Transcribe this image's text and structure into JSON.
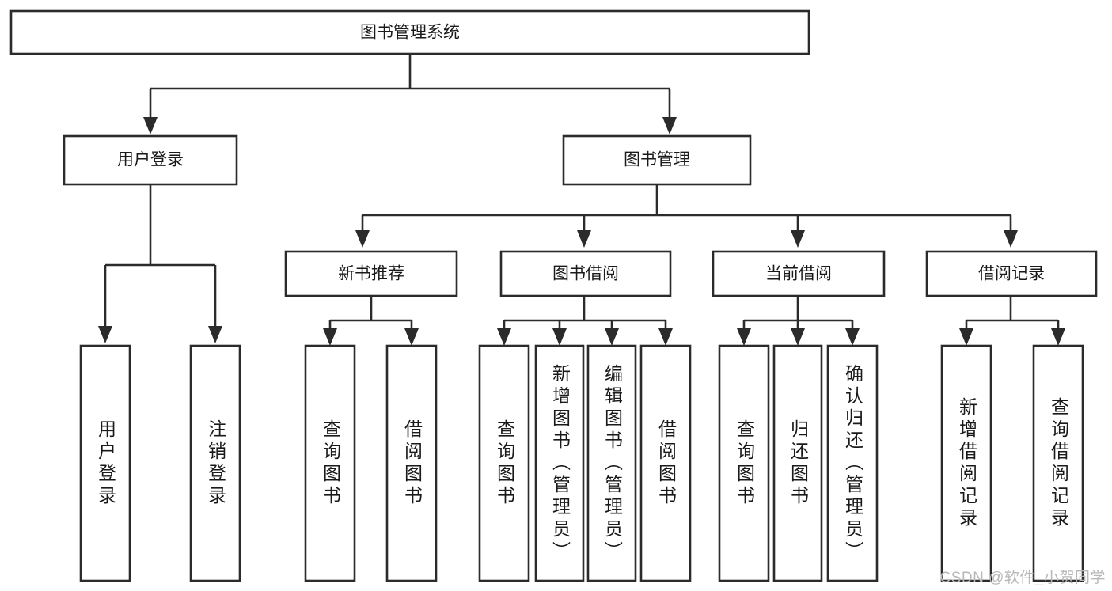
{
  "diagram": {
    "type": "hierarchy-tree",
    "title_node": {
      "id": "root",
      "label": "图书管理系统"
    },
    "level2": [
      {
        "id": "user-login",
        "label": "用户登录"
      },
      {
        "id": "book-management",
        "label": "图书管理"
      }
    ],
    "level3": [
      {
        "id": "new-book-recommend",
        "label": "新书推荐",
        "parent": "book-management"
      },
      {
        "id": "book-borrow",
        "label": "图书借阅",
        "parent": "book-management"
      },
      {
        "id": "current-borrow",
        "label": "当前借阅",
        "parent": "book-management"
      },
      {
        "id": "borrow-record",
        "label": "借阅记录",
        "parent": "book-management"
      }
    ],
    "leaves": [
      {
        "id": "leaf-user-login",
        "label": "用户登录",
        "parent": "user-login"
      },
      {
        "id": "leaf-logout-login",
        "label": "注销登录",
        "parent": "user-login"
      },
      {
        "id": "leaf-query-book-1",
        "label": "查询图书",
        "parent": "new-book-recommend"
      },
      {
        "id": "leaf-borrow-book-1",
        "label": "借阅图书",
        "parent": "new-book-recommend"
      },
      {
        "id": "leaf-query-book-2",
        "label": "查询图书",
        "parent": "book-borrow"
      },
      {
        "id": "leaf-add-book",
        "label": "新增图书（管理员）",
        "parent": "book-borrow"
      },
      {
        "id": "leaf-edit-book",
        "label": "编辑图书（管理员）",
        "parent": "book-borrow"
      },
      {
        "id": "leaf-borrow-book-2",
        "label": "借阅图书",
        "parent": "book-borrow"
      },
      {
        "id": "leaf-query-book-3",
        "label": "查询图书",
        "parent": "current-borrow"
      },
      {
        "id": "leaf-return-book",
        "label": "归还图书",
        "parent": "current-borrow"
      },
      {
        "id": "leaf-confirm-return",
        "label": "确认归还（管理员）",
        "parent": "current-borrow"
      },
      {
        "id": "leaf-add-record",
        "label": "新增借阅记录",
        "parent": "borrow-record"
      },
      {
        "id": "leaf-query-record",
        "label": "查询借阅记录",
        "parent": "borrow-record"
      }
    ],
    "colors": {
      "box_stroke": "#2b2b2b",
      "box_fill": "#ffffff",
      "text": "#1a1a1a",
      "background": "#ffffff",
      "watermark": "#b8b8b8"
    }
  },
  "watermark": {
    "text": "CSDN @软件_小贺同学"
  }
}
